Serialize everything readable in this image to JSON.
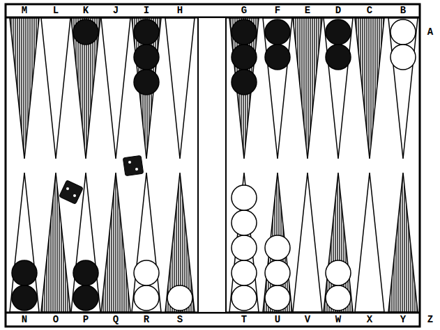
{
  "diagram": {
    "labels": [
      "M",
      "L",
      "K",
      "J",
      "I",
      "H",
      "G",
      "F",
      "E",
      "D",
      "C",
      "B",
      "A",
      "N",
      "O",
      "P",
      "Q",
      "R",
      "S",
      "T",
      "U",
      "V",
      "W",
      "X",
      "Y",
      "Z"
    ]
  }
}
